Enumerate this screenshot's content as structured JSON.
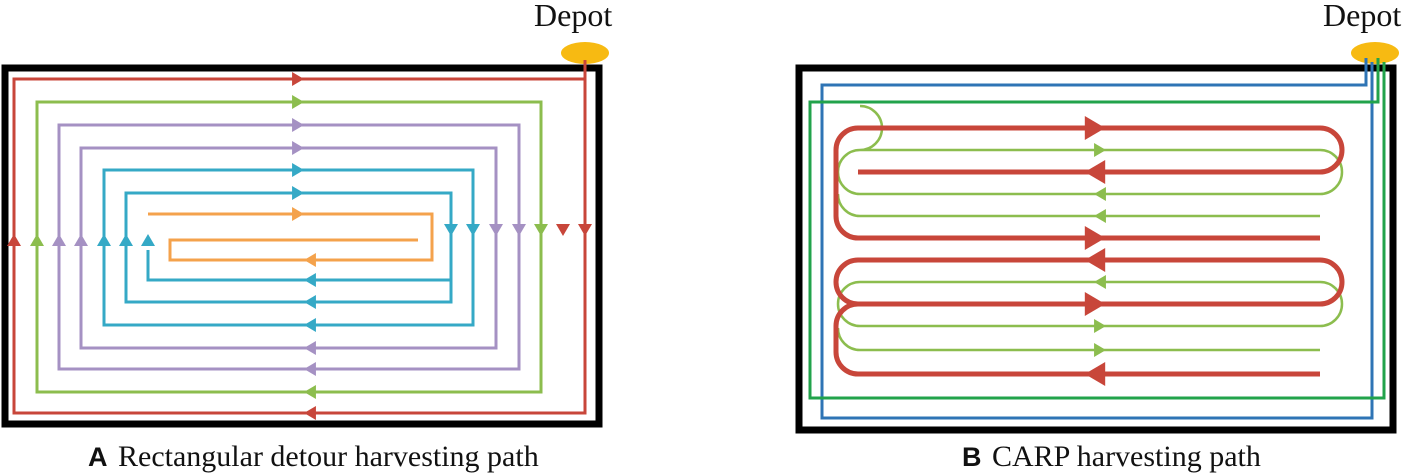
{
  "panels": [
    {
      "id": "A",
      "depot_label": "Depot",
      "caption_letter": "A",
      "caption_text": "Rectangular detour harvesting path"
    },
    {
      "id": "B",
      "depot_label": "Depot",
      "caption_letter": "B",
      "caption_text": "CARP harvesting path"
    }
  ],
  "colors": {
    "field_border": "#000000",
    "depot": "#F7BA12",
    "red": "#C8463A",
    "green": "#8CBD4E",
    "purple": "#A591C3",
    "teal": "#35A9C6",
    "orange": "#F4A24C",
    "blue": "#2E74B5",
    "carp_green": "#22A34B",
    "carp_light_green": "#8CBD4E"
  }
}
